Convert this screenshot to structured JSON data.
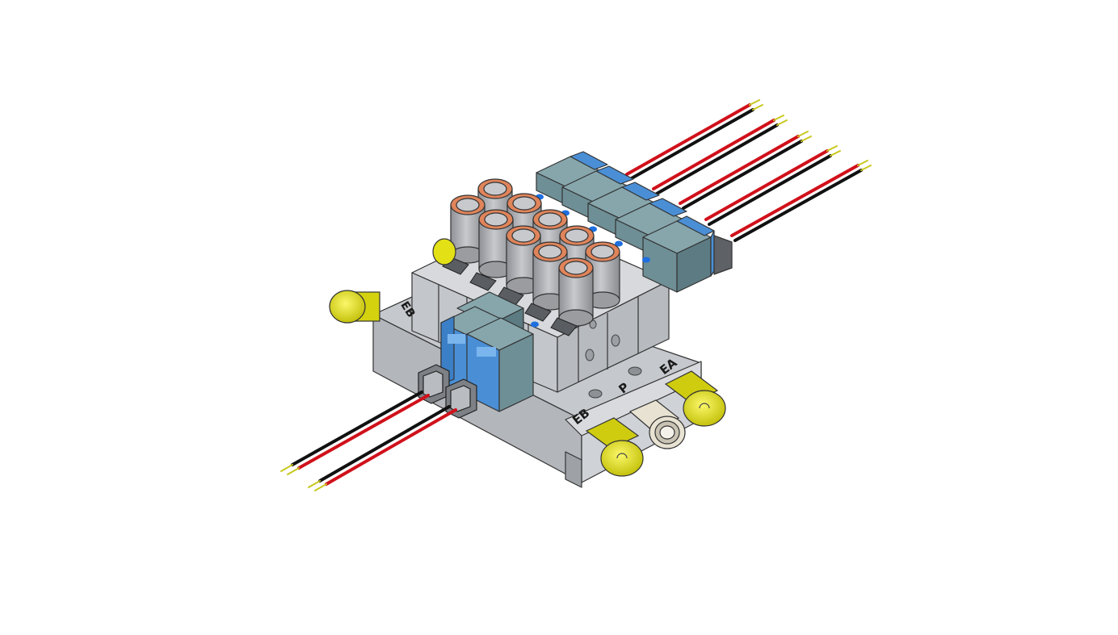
{
  "viewer": {
    "background": "#ffffff"
  },
  "model": {
    "port_labels": {
      "eb_top": "EB",
      "eb_front": "EB",
      "p_front": "P",
      "ea_front": "EA"
    },
    "colors": {
      "manifold": "#b8bcc2",
      "valve_body": "#c9ccd0",
      "solenoid": "#6f8f96",
      "solenoid_cap": "#4a8fd6",
      "fitting_ring": "#e0845a",
      "fitting_body": "#b2b4b8",
      "plug": "#e3e016",
      "wire_red": "#d0111b",
      "wire_black": "#111111",
      "wire_tip": "#c8c820",
      "brass_fitting": "#e8e2d2",
      "indicator_dot": "#1e6fe0"
    },
    "icons": {
      "plug": "yellow-plug-icon",
      "fitting": "push-in-fitting-icon"
    }
  }
}
